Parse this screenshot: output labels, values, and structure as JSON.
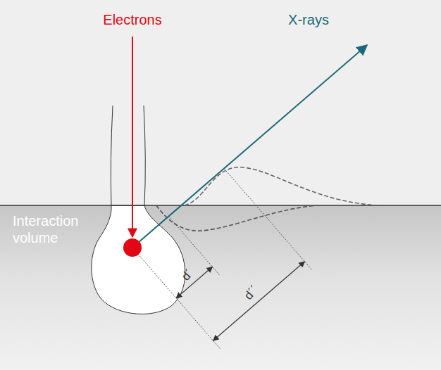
{
  "diagram": {
    "labels": [
      "Electrons",
      "X-rays",
      "Interaction volume",
      "d´",
      "d´´"
    ]
  }
}
